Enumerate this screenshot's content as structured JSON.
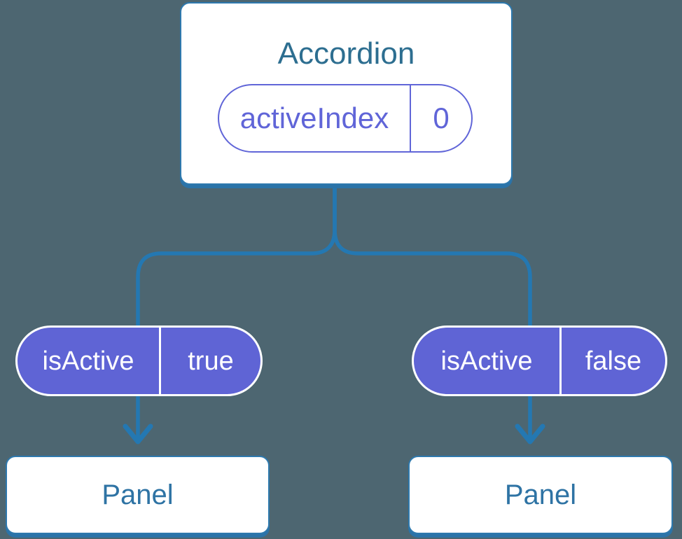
{
  "diagram": {
    "root": {
      "title": "Accordion",
      "state": {
        "name": "activeIndex",
        "value": "0"
      }
    },
    "branches": [
      {
        "prop": {
          "name": "isActive",
          "value": "true"
        },
        "child": {
          "title": "Panel"
        }
      },
      {
        "prop": {
          "name": "isActive",
          "value": "false"
        },
        "child": {
          "title": "Panel"
        }
      }
    ],
    "colors": {
      "background": "#4d6671",
      "connector_blue": "#2478b2",
      "card_border_blue": "#2e79ae",
      "accordion_title": "#2d6e90",
      "panel_title": "#2e73a4",
      "pill_purple": "#5f64d5",
      "pill_outline_purple": "#6065d8",
      "pill_text_on_purple": "#ffffff",
      "card_background": "#ffffff"
    }
  }
}
